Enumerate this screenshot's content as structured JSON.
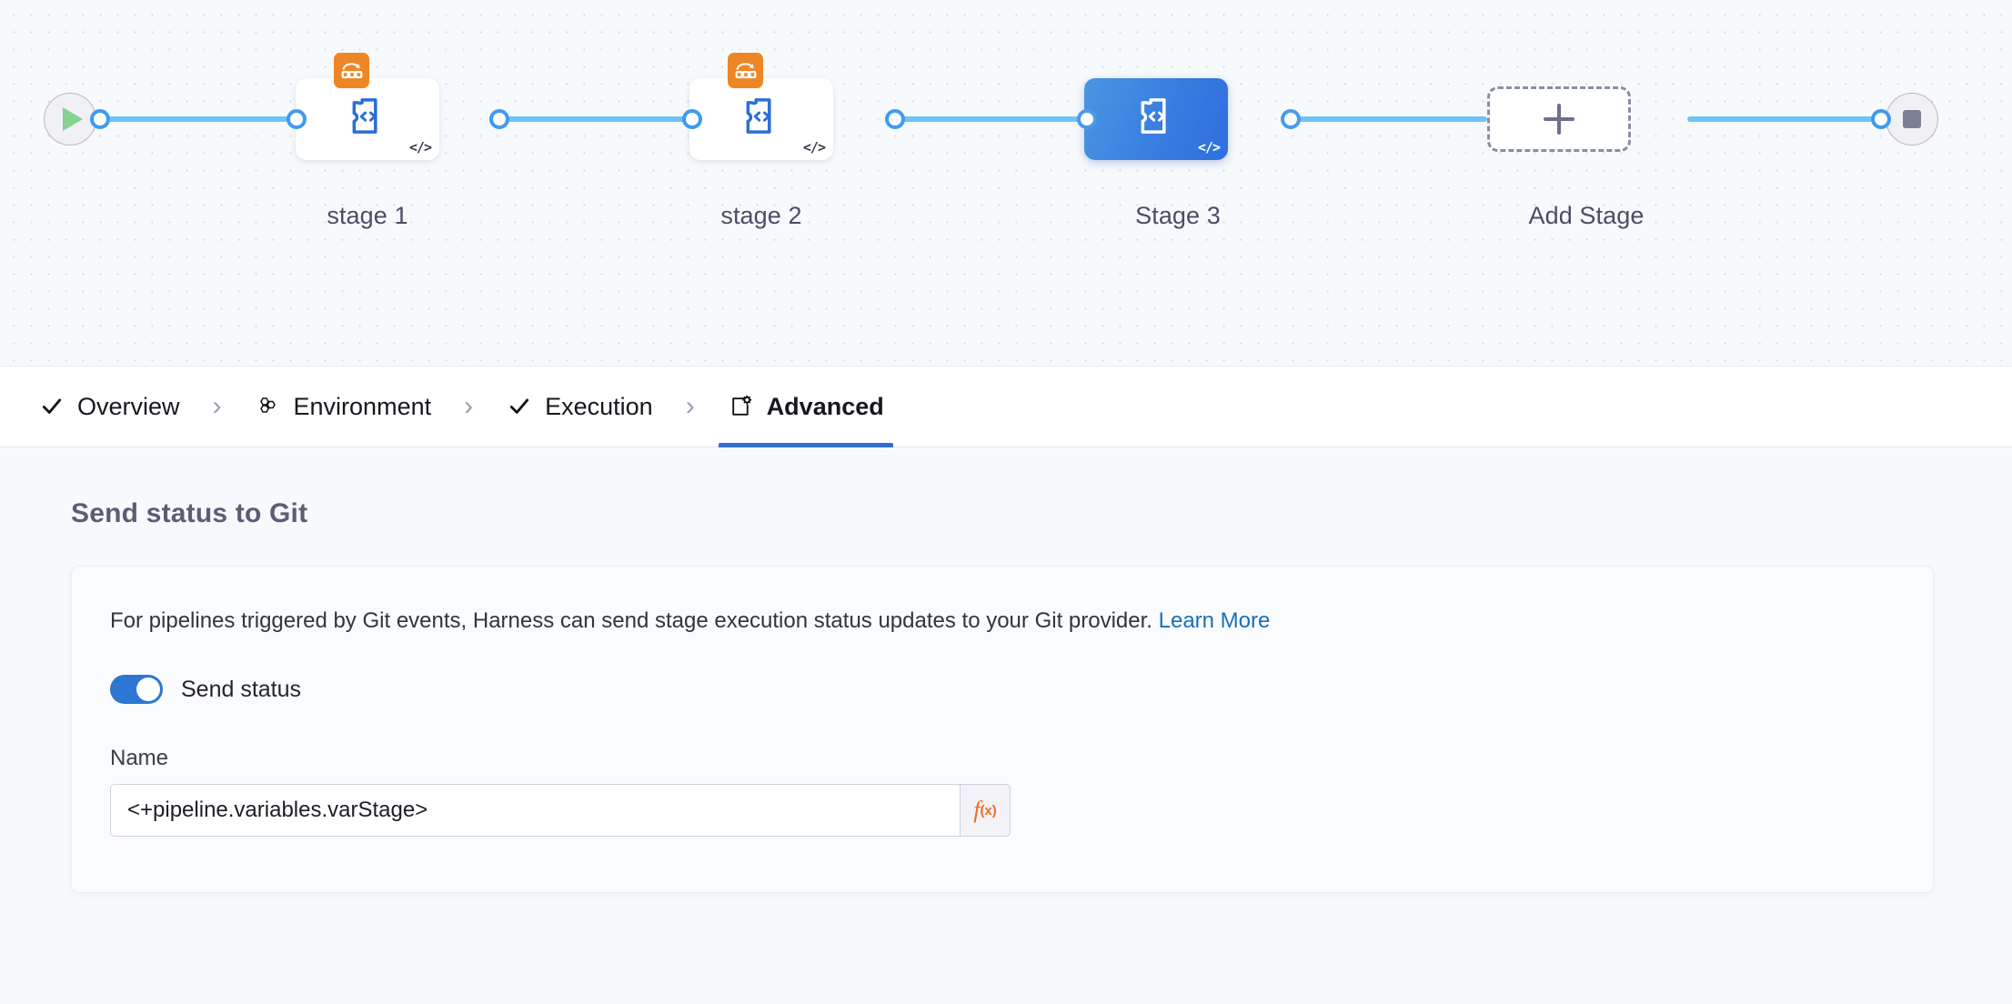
{
  "canvas": {
    "start_node": {
      "icon": "play-icon"
    },
    "end_node": {
      "icon": "stop-icon"
    },
    "stages": [
      {
        "label": "stage 1",
        "type": "custom-stage",
        "selected": false,
        "has_loop_badge": true,
        "code_badge": "</>"
      },
      {
        "label": "stage 2",
        "type": "custom-stage",
        "selected": false,
        "has_loop_badge": true,
        "code_badge": "</>"
      },
      {
        "label": "Stage 3",
        "type": "custom-stage",
        "selected": true,
        "has_loop_badge": false,
        "code_badge": "</>"
      }
    ],
    "add_stage": {
      "label": "Add Stage",
      "icon": "plus-icon"
    }
  },
  "tabs": [
    {
      "label": "Overview",
      "icon": "check-icon",
      "active": false
    },
    {
      "label": "Environment",
      "icon": "hexagons-icon",
      "active": false
    },
    {
      "label": "Execution",
      "icon": "check-icon",
      "active": false
    },
    {
      "label": "Advanced",
      "icon": "advanced-gear-icon",
      "active": true
    }
  ],
  "chevron": "›",
  "main": {
    "section_title": "Send status to Git",
    "description": "For pipelines triggered by Git events, Harness can send stage execution status updates to your Git provider.",
    "learn_more": "Learn More",
    "toggle": {
      "label": "Send status",
      "on": true
    },
    "name_field": {
      "label": "Name",
      "value": "<+pipeline.variables.varStage>",
      "placeholder": "Name",
      "expression_button": "f"
    }
  },
  "colors": {
    "accent_blue": "#2f6ed4",
    "link_blue": "#1a6fbb",
    "rail_blue": "#6ec4f7",
    "badge_orange": "#ee8625",
    "fx_orange": "#ee6c23",
    "selected_node": "#3a7fe0"
  }
}
